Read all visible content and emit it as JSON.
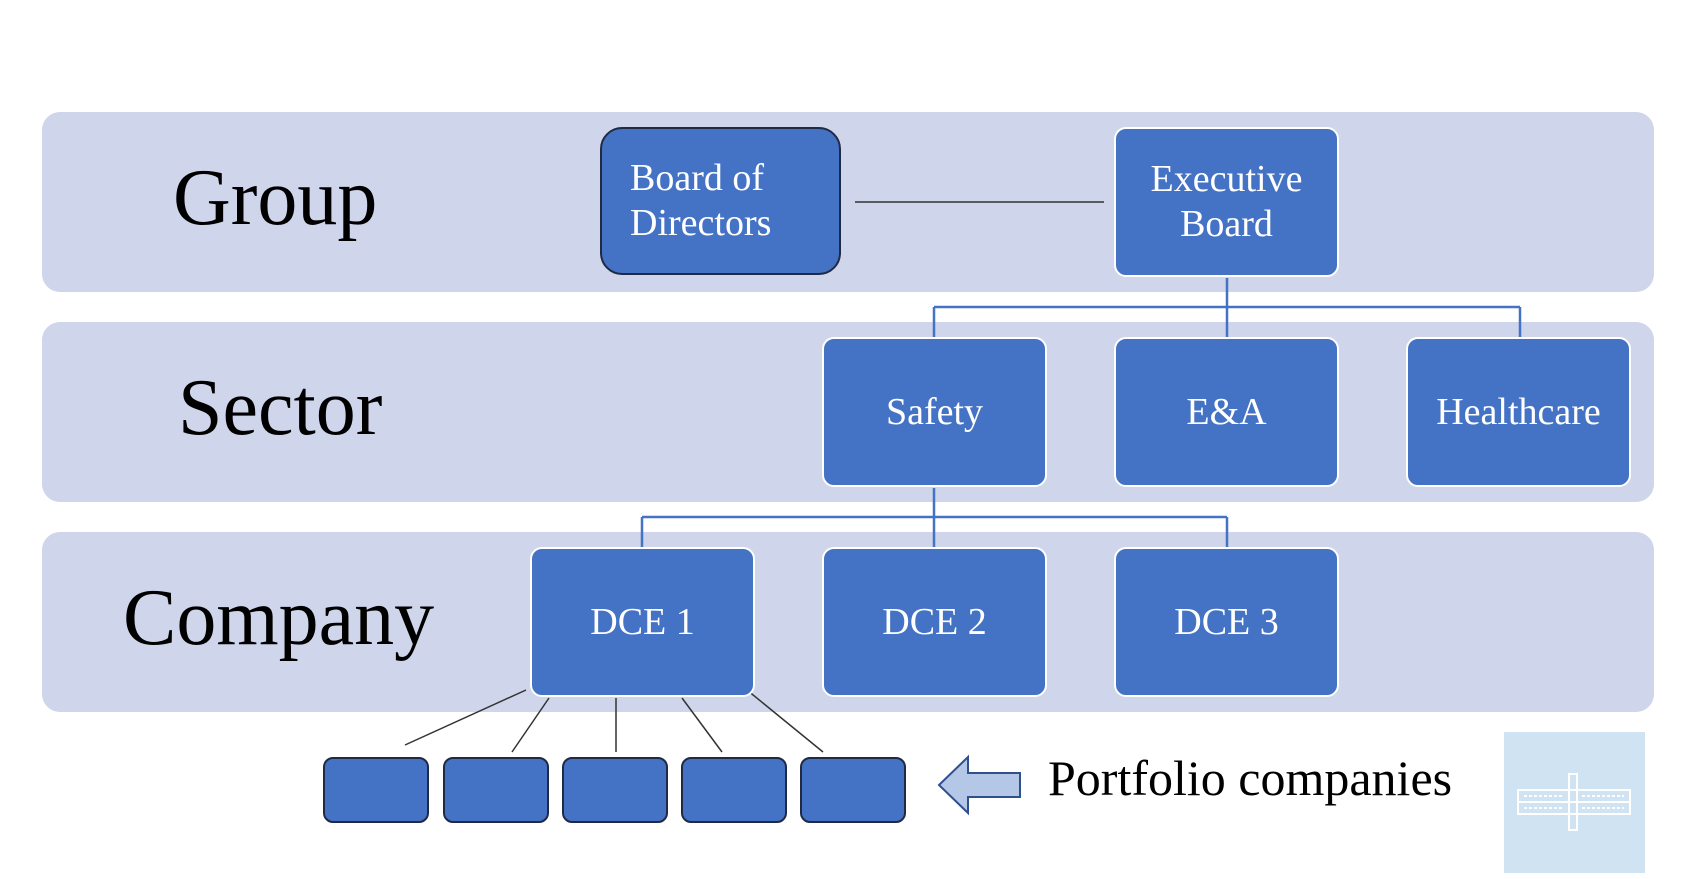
{
  "tiers": [
    {
      "label": "Group"
    },
    {
      "label": "Sector"
    },
    {
      "label": "Company"
    }
  ],
  "group": {
    "board_of_directors": "Board of Directors",
    "executive_board": "Executive Board"
  },
  "sectors": [
    "Safety",
    "E&A",
    "Healthcare"
  ],
  "companies": [
    "DCE 1",
    "DCE 2",
    "DCE 3"
  ],
  "portfolio": {
    "label": "Portfolio companies",
    "count": 5
  },
  "colors": {
    "band": "#cfd5ea",
    "node": "#4472c4",
    "connector": "#4472c4",
    "logo_bg": "#cfe3f2"
  },
  "logo": {
    "icon": "pier-logo-icon"
  }
}
